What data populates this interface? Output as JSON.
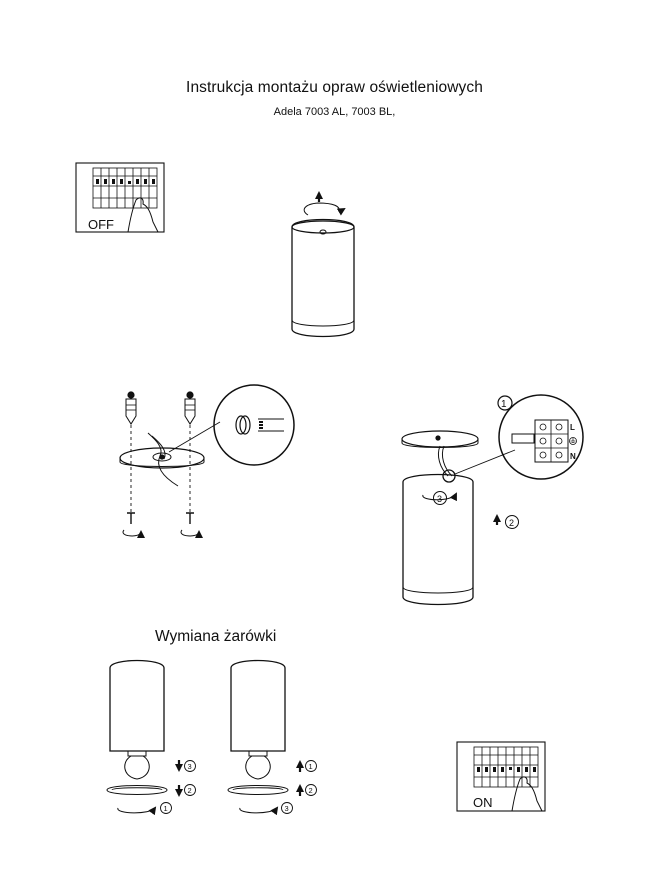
{
  "header": {
    "title": "Instrukcja montażu opraw oświetleniowych",
    "subtitle": "Adela 7003 AL, 7003 BL,"
  },
  "steps": {
    "power_off_label": "OFF",
    "power_on_label": "ON",
    "wiring_step_number": "1",
    "wiring_labels": {
      "live": "L",
      "neutral": "N"
    },
    "assembly_step_numbers": [
      "3",
      "2"
    ]
  },
  "bulb_section": {
    "title": "Wymiana żarówki",
    "removal_steps": [
      "3",
      "2",
      "1"
    ],
    "install_steps": [
      "1",
      "2",
      "3"
    ]
  }
}
